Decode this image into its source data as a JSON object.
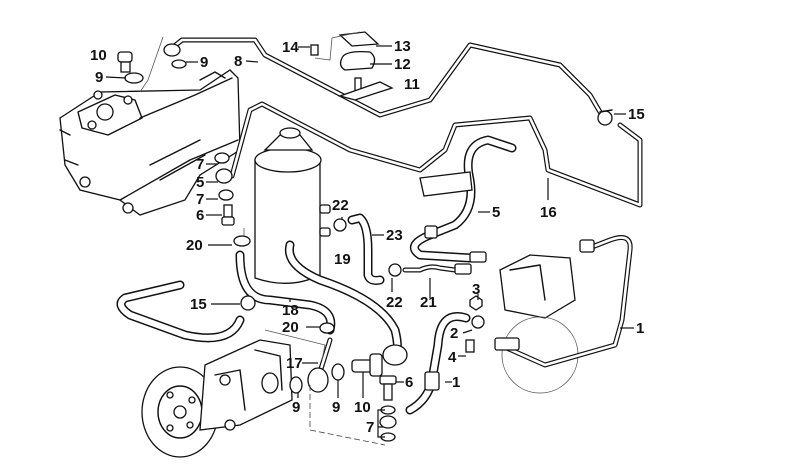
{
  "diagram": {
    "title": "Power steering hydraulic lines - exploded parts diagram",
    "background": "#ffffff",
    "line_color": "#111111",
    "components": [
      {
        "id": "steering-gear",
        "name": "Steering gear box"
      },
      {
        "id": "reservoir",
        "name": "Oil reservoir"
      },
      {
        "id": "pump",
        "name": "Power steering pump with pulley"
      },
      {
        "id": "valve-body",
        "name": "Pressure accumulator / valve block"
      }
    ],
    "callouts": {
      "c1a": "1",
      "c1b": "1",
      "c2": "2",
      "c3": "3",
      "c4": "4",
      "c5a": "5",
      "c5b": "5",
      "c6a": "6",
      "c6b": "6",
      "c7a": "7",
      "c7b": "7",
      "c7c": "7",
      "c8": "8",
      "c9a": "9",
      "c9b": "9",
      "c9c": "9",
      "c9d": "9",
      "c10a": "10",
      "c10b": "10",
      "c11": "11",
      "c12": "12",
      "c13": "13",
      "c14": "14",
      "c15a": "15",
      "c15b": "15",
      "c16": "16",
      "c17": "17",
      "c18": "18",
      "c19": "19",
      "c20a": "20",
      "c20b": "20",
      "c21": "21",
      "c22a": "22",
      "c22b": "22",
      "c23": "23"
    }
  }
}
